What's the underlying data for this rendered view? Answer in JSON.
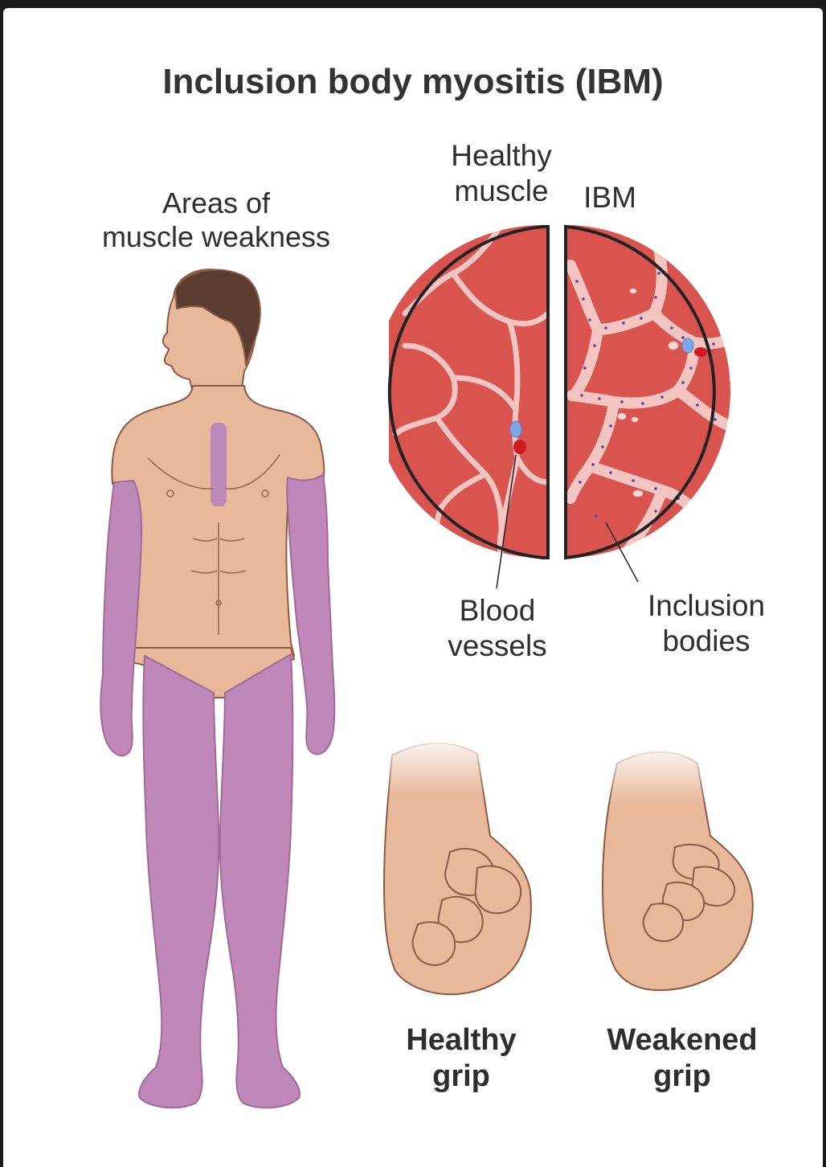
{
  "title": "Inclusion body myositis (IBM)",
  "labels": {
    "areas_weakness": "Areas of\nmuscle weakness",
    "healthy_muscle": "Healthy\nmuscle",
    "ibm": "IBM",
    "blood_vessels": "Blood\nvessels",
    "inclusion_bodies": "Inclusion\nbodies",
    "healthy_grip": "Healthy\ngrip",
    "weakened_grip": "Weakened\ngrip"
  },
  "colors": {
    "skin": "#e8b89a",
    "skin_outline": "#8a5a45",
    "hair": "#5a3d2e",
    "weakness": "#c088b8",
    "muscle": "#d9534f",
    "muscle_membrane": "#f4c4c0",
    "blood_vessel_blue": "#7fa6e8",
    "blood_vessel_red": "#d0181f",
    "inclusion_dot": "#5b3fa8"
  }
}
